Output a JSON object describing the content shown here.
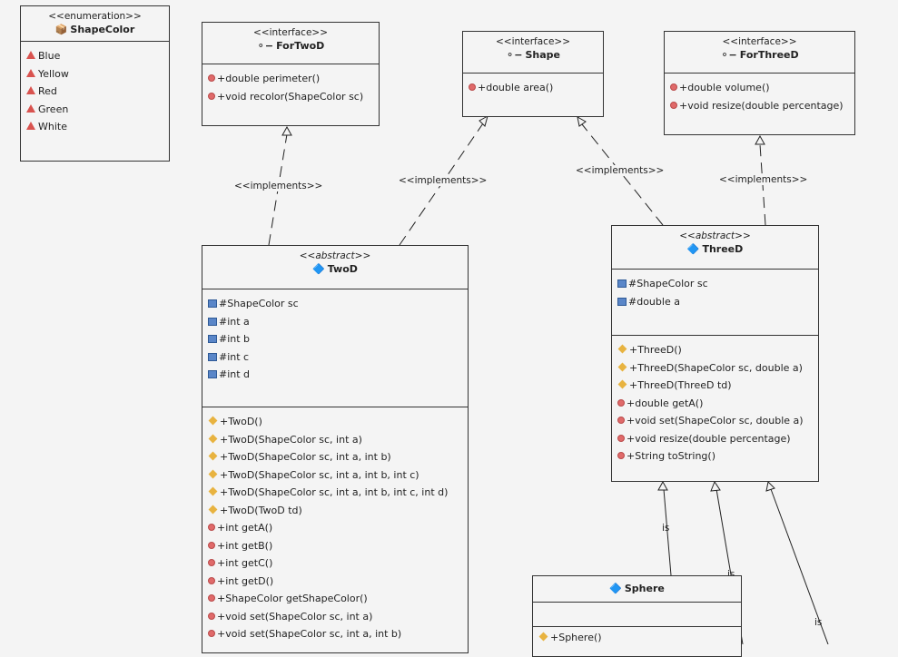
{
  "enum_shapecolor": {
    "stereotype": "<<enumeration>>",
    "name": "ShapeColor",
    "values": [
      "Blue",
      "Yellow",
      "Red",
      "Green",
      "White"
    ]
  },
  "iface_fortwod": {
    "stereotype": "<<interface>>",
    "name": "ForTwoD",
    "methods": [
      "+double perimeter()",
      "+void recolor(ShapeColor sc)"
    ]
  },
  "iface_shape": {
    "stereotype": "<<interface>>",
    "name": "Shape",
    "methods": [
      "+double area()"
    ]
  },
  "iface_forthreed": {
    "stereotype": "<<interface>>",
    "name": "ForThreeD",
    "methods": [
      "+double volume()",
      "+void resize(double percentage)"
    ]
  },
  "class_twod": {
    "stereotype": "<<abstract>>",
    "name": "TwoD",
    "fields": [
      "#ShapeColor sc",
      "#int a",
      "#int b",
      "#int c",
      "#int d"
    ],
    "constructors": [
      "+TwoD()",
      "+TwoD(ShapeColor sc, int a)",
      "+TwoD(ShapeColor sc, int a, int b)",
      "+TwoD(ShapeColor sc, int a, int b, int c)",
      "+TwoD(ShapeColor sc, int a, int b, int c, int d)",
      "+TwoD(TwoD td)"
    ],
    "methods": [
      "+int getA()",
      "+int getB()",
      "+int getC()",
      "+int getD()",
      "+ShapeColor getShapeColor()",
      "+void set(ShapeColor sc, int a)",
      "+void set(ShapeColor sc, int a, int b)"
    ]
  },
  "class_threed": {
    "stereotype": "<<abstract>>",
    "name": "ThreeD",
    "fields": [
      "#ShapeColor sc",
      "#double a"
    ],
    "constructors": [
      "+ThreeD()",
      "+ThreeD(ShapeColor sc, double a)",
      "+ThreeD(ThreeD td)"
    ],
    "methods": [
      "+double getA()",
      "+void set(ShapeColor sc, double a)",
      "+void resize(double percentage)",
      "+String toString()"
    ]
  },
  "class_sphere": {
    "name": "Sphere",
    "constructors": [
      "+Sphere()"
    ]
  },
  "edge_labels": {
    "implements": "<<implements>>",
    "is": "is"
  }
}
